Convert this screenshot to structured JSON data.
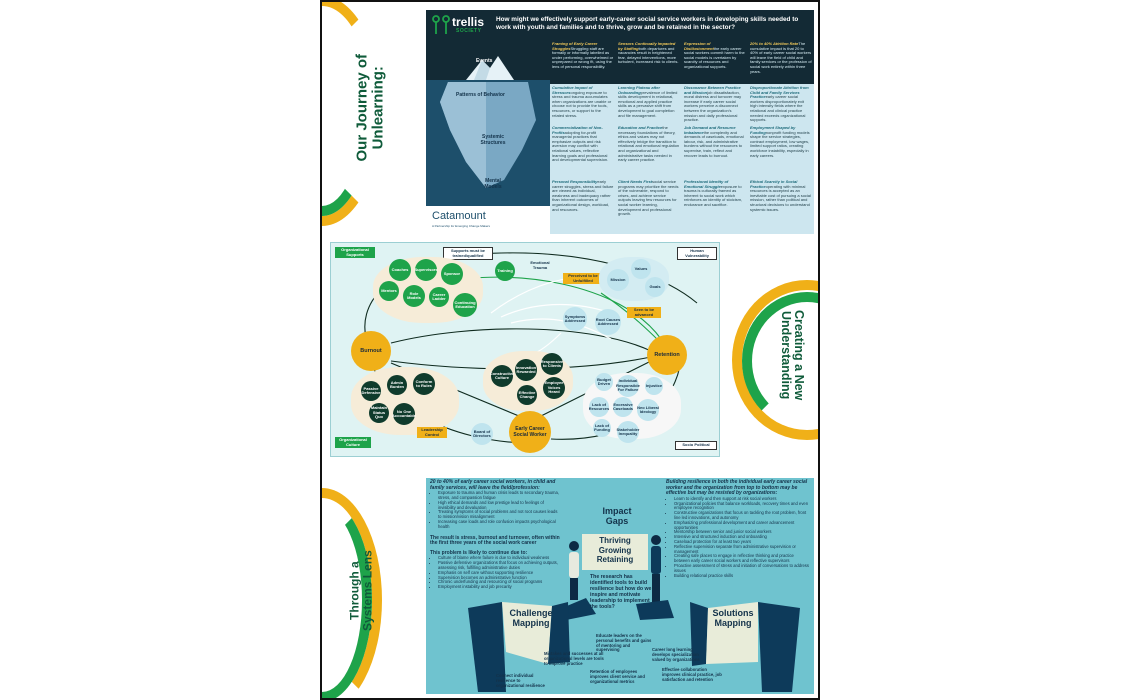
{
  "colors": {
    "green": "#1ea34a",
    "gold": "#f0b018",
    "dark_green": "#0f3b2c",
    "navy": "#132a35",
    "teal": "#6fc3cf",
    "light_teal": "#dff3f3"
  },
  "section_titles": {
    "left_top": [
      "Our Journey of",
      "Unlearning:"
    ],
    "right_mid": [
      "Creating a New",
      "Understanding"
    ],
    "left_bottom": [
      "Through a",
      "Systems Lens"
    ]
  },
  "iceberg_panel": {
    "logo_top": "trellis",
    "logo_bottom": "SOCIETY",
    "question": "How might we effectively support early-career social service workers in developing skills needed to work with youth and families and to thrive, grow and be retained in the sector?",
    "levels": [
      "Events",
      "Patterns of Behavior",
      "Systemic Structures",
      "Mental Models"
    ],
    "footer_logo": "Catamount",
    "footer_tag": "A Partnership for Emerging Change Makers",
    "cells": [
      {
        "title": "Framing of Early Career Struggles",
        "body": "Struggling staff are formally or informally labelled as under performing, overwhelmed or unprepared or wrong fit, using the lens of personal responsibility."
      },
      {
        "title": "Sensors Continually Impacted by Staffing",
        "body": "both departures and vacancies result in heightened fear, delayed interventions, more turbulent, increased risk to clients."
      },
      {
        "title": "Expression of Disillusionment",
        "body": "the early career social workers commit harm to the social models is overtaken by scarcity of resources and organizational supports."
      },
      {
        "title": "20% to 40% Attrition Rate",
        "body": "The cumulative impact is that 20 to 40% of early career social workers will leave the field of child and family services or the profession of social work entirely within three years."
      },
      {
        "title": "Cumulative Impact of Stressors",
        "body": "ongoing exposure to stress and trauma accumulates when organizations are unable or choose not to provide the tools, resources, or support to the related stress."
      },
      {
        "title": "Learning Plateau after Onboarding",
        "body": "prevalence of limited skills development in relational, emotional and applied practice skills as a pervasive shift from development to goal completion and file management."
      },
      {
        "title": "Dissonance Between Practice and Mission",
        "body": "job dissatisfaction, moral distress and turnover may increase if early career social workers perceive a disconnect between the organization's mission and daily professional practice."
      },
      {
        "title": "Disproportionate Attrition from Child and Family Services Practice",
        "body": "early career social workers disproportionately exit high intensity fields where the relational and clinical practice needed exceeds organizational supports."
      },
      {
        "title": "Commercialization of Non-Profits",
        "body": "adopting for-profit managerial practices that emphasize outputs and risk aversion may conflict with relational values, reflective learning goals and professional and developmental supervision."
      },
      {
        "title": "Education and Practice",
        "body": "the necessary foundations of theory, ethics and values may not effectively bridge the transition to relational and emotional regulation and organizational and administrative tasks needed in early career practice."
      },
      {
        "title": "Job Demand and Resource Imbalance",
        "body": "the complexity and demands of caseloads, emotional labour, risk, and administrative burdens without the resources to supervise, train, reflect and recover leads to burnout."
      },
      {
        "title": "Employment Shaped by Funding",
        "body": "nonprofit funding models shape the service strategies, contract employment, low wages, limited support ratios, creating workforce instability, especially in early careers."
      },
      {
        "title": "Personal Responsibility",
        "body": "early career struggles, stress and failure are viewed as individual, weakness and inadequacy rather than inherent outcomes of organizational design, workload, and resources."
      },
      {
        "title": "Client Needs First",
        "body": "social service programs may prioritize the needs of the vulnerable, respond to crises, and achieve service outputs leaving few resources for social worker learning, development and professional growth."
      },
      {
        "title": "Professional Identity of Emotional Struggle",
        "body": "exposure to trauma is culturally framed as inherent to social work which reinforces an identity of stoicism, endurance and sacrifice."
      },
      {
        "title": "Ethical Scarcity in Social Practice",
        "body": "operating with minimal resources is accepted as an inevitable cost of pursuing a social mission, rather than political and structural decisions to understand systemic issues."
      }
    ]
  },
  "systems_map": {
    "org_supports": "Organizational Supports",
    "human_vuln": "Human Vulnerability",
    "org_culture": "Organizational Culture",
    "socio_political": "Socio Political",
    "supports_must": "Supports must be trained/qualified",
    "training": "Training",
    "emotional_trauma": "Emotional Trauma",
    "perceived": "Perceived to be Unfulfilled",
    "seen_advanced": "Seen to be advanced",
    "burnout": "Burnout",
    "retention": "Retention",
    "ecsw": "Early Career Social Worker",
    "leadership": "Leadership Control",
    "board": "Board of Directors",
    "support_nodes": [
      "Coaches",
      "Supervisors",
      "Sponsor",
      "Mentors",
      "Role Models",
      "Career Ladder",
      "Continuing Education"
    ],
    "value_nodes": [
      "Mission",
      "Values",
      "Goals"
    ],
    "mid_nodes": [
      "Symptoms Addressed",
      "Root Causes Addressed"
    ],
    "burnout_nodes": [
      "Passive Defensive",
      "Admin Burden",
      "Conform to Rules",
      "Maintain Status Quo",
      "No One Accountable"
    ],
    "retention_nodes": [
      "Constructive Culture",
      "Innovation Rewarded",
      "Responsive to Clients",
      "Effective Change",
      "Employee Voices Heard"
    ],
    "socio_nodes": [
      "Budget Driven",
      "Individual Responsible For Failure",
      "Injustice",
      "Lack of Resources",
      "Excessive Caseloads",
      "Neo Liberal Ideology",
      "Lack of Funding",
      "Stakeholder Inequality"
    ]
  },
  "systems_lens": {
    "left_intro": "20 to 40% of early career social workers, in child and family services, will leave the field/profession:",
    "left_bullets": [
      "Exposure to trauma and human crisis leads to secondary trauma, stress, and compassion fatigue",
      "High ethical demands and low prestige lead to feelings of invisibility and devaluation",
      "Treating symptoms of social problems and not root causes leads to mission/vision misalignment",
      "Increasing case loads and role confusion impacts psychological health"
    ],
    "left_result": "The result is stress, burnout and turnover, often within the first three years of the social work career",
    "left_problem": "This problem is likely to continue due to:",
    "left_bullets2": [
      "Culture of blame where failure is due to individual weakness",
      "Passive defensive organizations that focus on achieving outputs, assessing risk, fulfilling administrative duties",
      "Emphasis on self care without supporting resilience",
      "Supervision becomes an administrative function",
      "Chronic underfunding and resourcing of social programs",
      "Employment instability and job precarity"
    ],
    "right_intro": "Building resilience in both the individual early career social worker and the organization from top to bottom may be effective but may be resisted by organizations:",
    "right_bullets": [
      "Learn to identify and then support at risk social workers",
      "Organizational policies that balance workloads, recovery times and even employee recognition",
      "Constructive organizations that focus on tackling the root problem, front line led innovations, and autonomy",
      "Emphasizing professional development and career advancement opportunities",
      "Mentorship between senior and junior social workers",
      "Intensive and structured induction and onboarding",
      "Caseload protection for at least two years",
      "Reflective supervision separate from administrative supervision or management",
      "Creating safe places to engage in reflective thinking and practice between early career social workers and reflective supervisors",
      "Proactive assessment of stress and initiation of conversations to address issues",
      "Building relational practice skills"
    ],
    "impact": [
      "Impact",
      "Gaps"
    ],
    "thriving": [
      "Thriving",
      "Growing",
      "Retaining"
    ],
    "research": "The research has identified tools to build resilience but how do we inspire and motivate leadership to implement the tools?",
    "challenge": [
      "Challenge",
      "Mapping"
    ],
    "solutions": [
      "Solutions",
      "Mapping"
    ],
    "step1": "Connect individual resilience to organizational resilience",
    "step2": "Mistakes and successes at all organizational levels are tools to improve practice",
    "step3": "Educate leaders on the personal benefits and gains of mentoring and supervising",
    "step4": "Retention of employees improves client service and organizational metrics",
    "step5": "Career long learning develops specialization valued by organizations",
    "step6": "Effective collaboration improves clinical practice, job satisfaction and retention"
  }
}
